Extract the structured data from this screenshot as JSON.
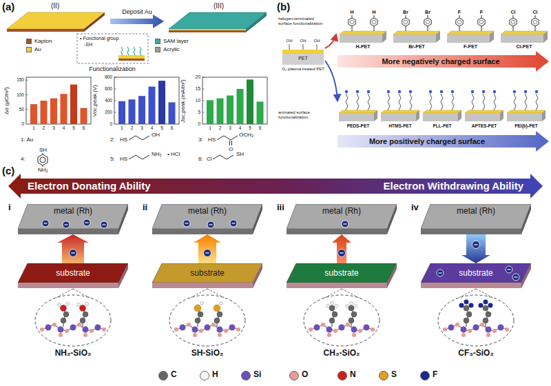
{
  "diagram": {
    "nodes": [
      {
        "text": [
          "metal (Rh)"
        ]
      },
      {
        "text": [
          "substrate"
        ]
      },
      {
        "text": [
          "metal (Rh)"
        ]
      },
      {
        "text": [
          "substrate"
        ]
      },
      {
        "text": [
          "metal (Rh)"
        ]
      },
      {
        "text": [
          "substrate"
        ]
      },
      {
        "text": [
          "metal (Rh)"
        ]
      },
      {
        "text": [
          "substrate"
        ]
      }
    ],
    "edges": [
      {
        "from": 1,
        "to": 0,
        "arrow": "to"
      },
      {
        "from": 3,
        "to": 2,
        "arrow": "to"
      },
      {
        "from": 5,
        "to": 4,
        "arrow": "to"
      },
      {
        "from": 6,
        "to": 7,
        "arrow": "to"
      }
    ],
    "labels": [
      "(a)",
      "(b)",
      "(c)",
      "(II)",
      "(III)",
      "Deposit Au",
      "• Functional group",
      "-SH",
      "Functionalization",
      "Δσ (μC/m²)",
      "Voc,peak (V)",
      "Jsc,peak (mA/m²)",
      "0",
      "50",
      "100",
      "150",
      "0",
      "200",
      "400",
      "600",
      "800",
      "0",
      "5",
      "10",
      "15",
      "20",
      "1",
      "2",
      "3",
      "4",
      "5",
      "6",
      "1",
      "2",
      "3",
      "4",
      "5",
      "6",
      "1",
      "2",
      "3",
      "4",
      "5",
      "6",
      "1: Au",
      "2:",
      "HS",
      "OH",
      "3:",
      "HS",
      "O",
      "OCH₃",
      "4:",
      "SH",
      "NH₂",
      "5:",
      "HS",
      "NH₂",
      "• HCl",
      "6:",
      "Cl",
      "SH",
      "OH",
      "OH",
      "OH",
      "PET",
      "O₂ plasma treated PET",
      "halogen-terminated surface functionalization",
      "aminated surface functionalization",
      "H",
      "H",
      "Br",
      "Br",
      "F",
      "F",
      "Cl",
      "Cl",
      "H-PET",
      "Br-PET",
      "F-PET",
      "Cl-PET",
      "More negatively charged surface",
      "PEDS-PET",
      "HTMS-PET",
      "PLL-PET",
      "APTES-PET",
      "PEI(b)-PET",
      "More positively charged surface",
      "Electron Donating Ability",
      "Electron Withdrawing Ability",
      "i",
      "ii",
      "iii",
      "iv",
      "NH₂-SiO₂",
      "SH-SiO₂",
      "CH₃-SiO₂",
      "CF₃-SiO₂"
    ],
    "legend": [
      {
        "text": "Kapton",
        "color": "#a0522d"
      },
      {
        "text": "Au",
        "color": "#f2cf3a"
      },
      {
        "text": "SAM layer",
        "color": "#3aa99f"
      },
      {
        "text": "Acrylic",
        "color": "#9e9e9e"
      },
      {
        "text": "C",
        "color": "#666666"
      },
      {
        "text": "H",
        "color": "#f4f4f4"
      },
      {
        "text": "Si",
        "color": "#6a50b8"
      },
      {
        "text": "O",
        "color": "#e89a94"
      },
      {
        "text": "N",
        "color": "#cc1f1f"
      },
      {
        "text": "S",
        "color": "#e0a020"
      },
      {
        "text": "F",
        "color": "#1c2a8a"
      }
    ]
  }
}
